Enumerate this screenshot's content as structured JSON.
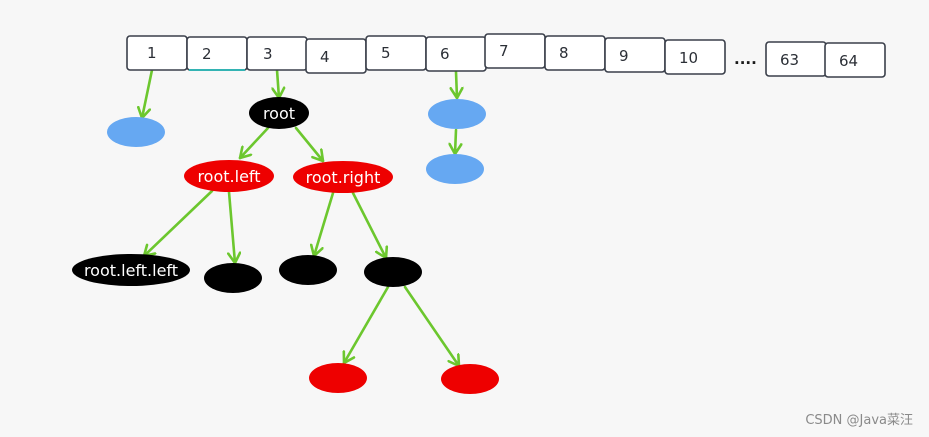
{
  "colors": {
    "background": "#f7f7f7",
    "edge": "#6cc72e",
    "node_black": "#000000",
    "node_red": "#ee0000",
    "node_blue": "#66a8f2",
    "bucket_border": "#3a3f4a",
    "bucket_accent": "#33b3b3"
  },
  "buckets": [
    "1",
    "2",
    "3",
    "4",
    "5",
    "6",
    "7",
    "8",
    "9",
    "10",
    "63",
    "64"
  ],
  "ellipsis": "....",
  "nodes": [
    {
      "id": "blue-1",
      "label": "",
      "color": "blue"
    },
    {
      "id": "root",
      "label": "root",
      "color": "black"
    },
    {
      "id": "root-left",
      "label": "root.left",
      "color": "red"
    },
    {
      "id": "root-right",
      "label": "root.right",
      "color": "red"
    },
    {
      "id": "root-left-left",
      "label": "root.left.left",
      "color": "black"
    },
    {
      "id": "left-right",
      "label": "",
      "color": "black"
    },
    {
      "id": "right-left",
      "label": "",
      "color": "black"
    },
    {
      "id": "right-right",
      "label": "",
      "color": "black"
    },
    {
      "id": "rr-left",
      "label": "",
      "color": "red"
    },
    {
      "id": "rr-right",
      "label": "",
      "color": "red"
    },
    {
      "id": "blue-6a",
      "label": "",
      "color": "blue"
    },
    {
      "id": "blue-6b",
      "label": "",
      "color": "blue"
    }
  ],
  "edges": [
    [
      "bucket-1",
      "blue-1"
    ],
    [
      "bucket-3",
      "root"
    ],
    [
      "root",
      "root-left"
    ],
    [
      "root",
      "root-right"
    ],
    [
      "root-left",
      "root-left-left"
    ],
    [
      "root-left",
      "left-right"
    ],
    [
      "root-right",
      "right-left"
    ],
    [
      "root-right",
      "right-right"
    ],
    [
      "right-right",
      "rr-left"
    ],
    [
      "right-right",
      "rr-right"
    ],
    [
      "bucket-6",
      "blue-6a"
    ],
    [
      "blue-6a",
      "blue-6b"
    ]
  ],
  "watermark": "CSDN @Java菜汪"
}
